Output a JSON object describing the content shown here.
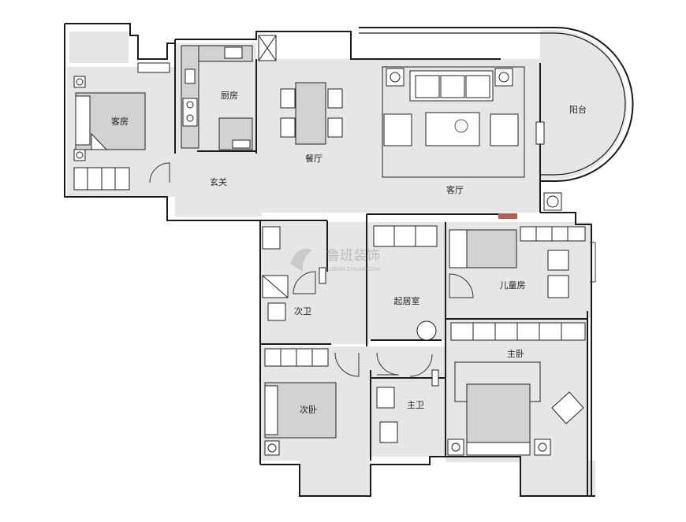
{
  "rooms": {
    "guest_room": "客房",
    "kitchen": "厨房",
    "dining": "餐厅",
    "living": "客厅",
    "balcony": "阳台",
    "entrance": "玄关",
    "second_bath": "次卫",
    "family_room": "起居室",
    "kids_room": "儿童房",
    "master_bedroom": "主卧",
    "second_bedroom": "次卧",
    "master_bath": "主卫"
  },
  "watermark": {
    "brand": "鲁班装饰",
    "sub": "LUBAN ZHUANGSHI"
  },
  "colors": {
    "floor": "#e6e6e6",
    "wall": "#1a1a1a",
    "furniture": "#ffffff",
    "bed_shade": "#d2d2d2",
    "stair_accent": "#b06050"
  }
}
